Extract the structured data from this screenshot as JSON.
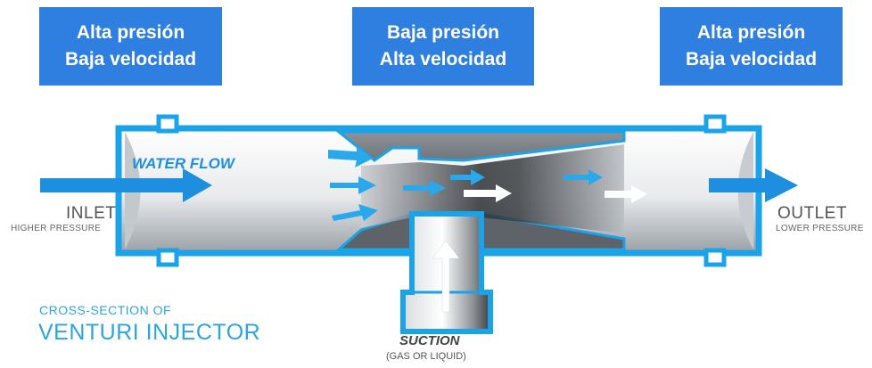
{
  "boxes": [
    {
      "line1": "Alta presión",
      "line2": "Baja velocidad"
    },
    {
      "line1": "Baja presión",
      "line2": "Alta velocidad"
    },
    {
      "line1": "Alta presión",
      "line2": "Baja velocidad"
    }
  ],
  "diagram": {
    "water_flow": "WATER FLOW",
    "inlet": "INLET",
    "inlet_sub": "HIGHER PRESSURE",
    "outlet": "OUTLET",
    "outlet_sub": "LOWER PRESSURE",
    "caption_line1": "CROSS-SECTION OF",
    "caption_line2": "VENTURI INJECTOR",
    "suction": "SUCTION",
    "suction_sub": "(GAS OR LIQUID)"
  },
  "colors": {
    "box_blue": "#2f7fe0",
    "pipe_blue": "#1aa3e8",
    "flow_arrow": "#1e8fe0",
    "caption_blue": "#2aa6df"
  }
}
